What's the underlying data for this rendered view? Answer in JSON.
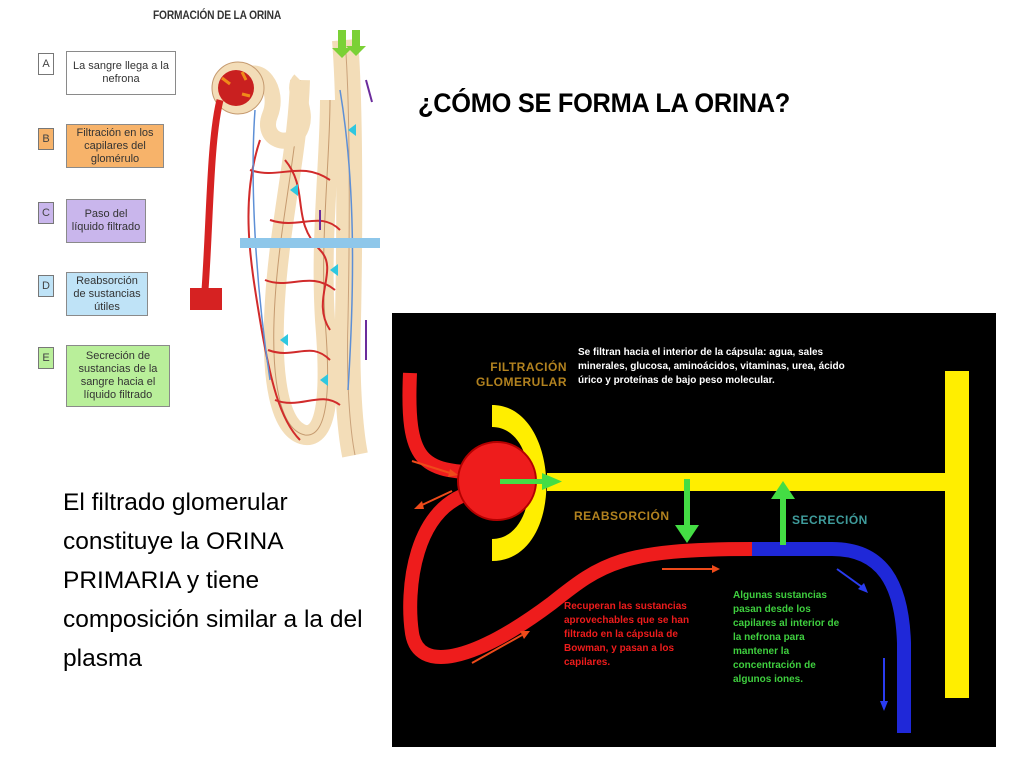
{
  "heading": "¿CÓMO SE FORMA LA ORINA?",
  "body_text": "El filtrado glomerular constituye la ORINA PRIMARIA y tiene composición similar a la del plasma",
  "figure_top": {
    "title": "FORMACIÓN DE LA ORINA",
    "steps": [
      {
        "letter": "A",
        "text": "La sangre llega a la nefrona",
        "fill": "#ffffff",
        "letter_fill": "#ffffff"
      },
      {
        "letter": "B",
        "text": "Filtración en los capilares del glomérulo",
        "fill": "#f7b36a",
        "letter_fill": "#f7b36a"
      },
      {
        "letter": "C",
        "text": "Paso del líquido filtrado",
        "fill": "#c9b6ec",
        "letter_fill": "#c9b6ec"
      },
      {
        "letter": "D",
        "text": "Reabsorción de sustancias útiles",
        "fill": "#bfe3f7",
        "letter_fill": "#bfe3f7"
      },
      {
        "letter": "E",
        "text": "Secreción de sustancias de la sangre hacia el líquido filtrado",
        "fill": "#b9ef9a",
        "letter_fill": "#b9ef9a"
      }
    ]
  },
  "figure_bottom": {
    "label_filtration": "FILTRACIÓN GLOMERULAR",
    "label_reabsorption": "REABSORCIÓN",
    "label_secretion": "SECRECIÓN",
    "note_filtration": "Se filtran hacia el interior de la cápsula: agua, sales minerales, glucosa, aminoácidos, vitaminas, urea, ácido úrico y proteínas de bajo peso molecular.",
    "note_reabsorption": "Recuperan las sustancias aprovechables que se han filtrado en la cápsula de Bowman, y pasan a los capilares.",
    "note_secretion": "Algunas sustancias pasan desde los capilares al interior de la nefrona para mantener la concentración de algunos iones.",
    "colors": {
      "blood": "#ee1c1c",
      "tubule": "#ffee00",
      "vein": "#1f28d8",
      "arrow": "#44dd44",
      "label_tan": "#b2821f",
      "label_teal": "#3f9c9c"
    }
  }
}
